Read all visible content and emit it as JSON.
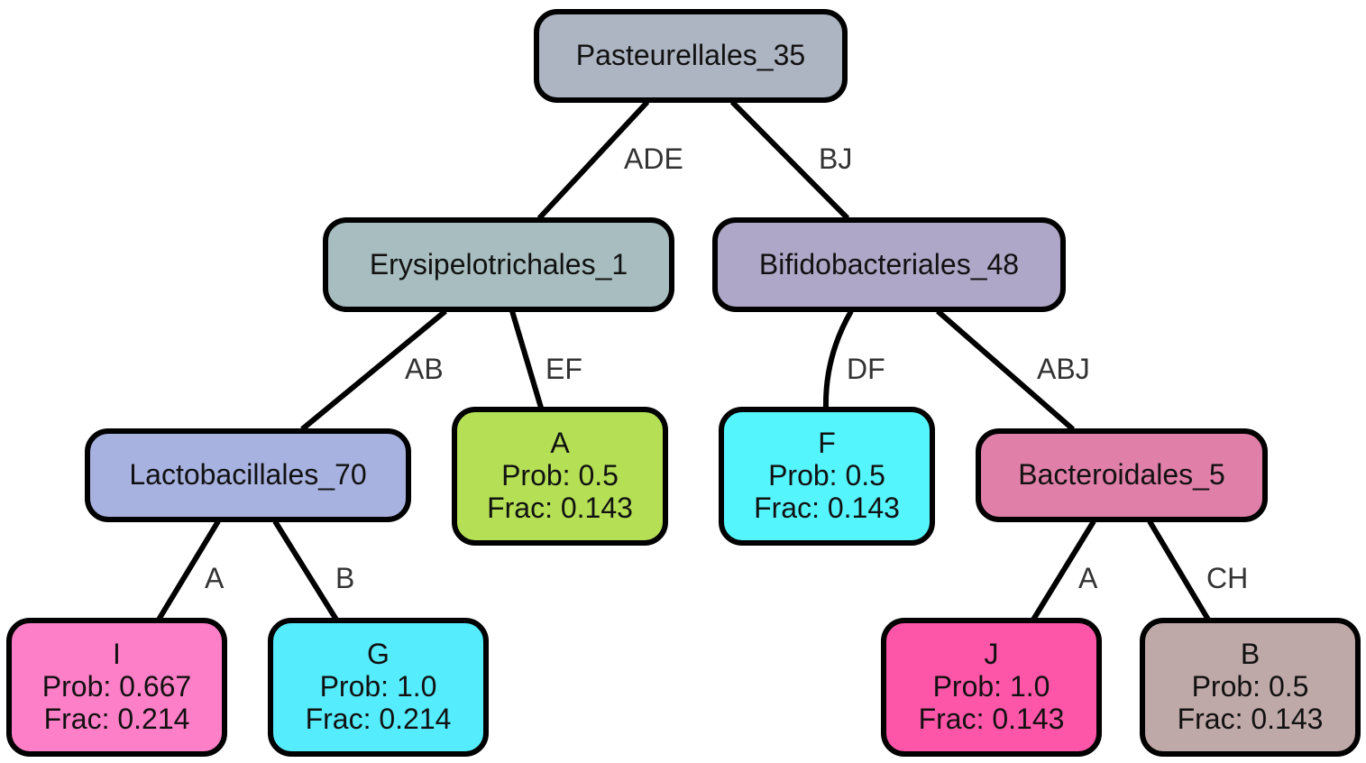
{
  "nodes": {
    "pasteurellales_35": {
      "label": "Pasteurellales_35",
      "color": "#adb4c2"
    },
    "erysipelotrichales_1": {
      "label": "Erysipelotrichales_1",
      "color": "#a8bdbf"
    },
    "bifidobacteriales_48": {
      "label": "Bifidobacteriales_48",
      "color": "#afa7c7"
    },
    "lactobacillales_70": {
      "label": "Lactobacillales_70",
      "color": "#a8b2e0"
    },
    "leaf_a": {
      "label": "A",
      "prob": "Prob: 0.5",
      "frac": "Frac: 0.143",
      "color": "#b5e055"
    },
    "leaf_f": {
      "label": "F",
      "prob": "Prob: 0.5",
      "frac": "Frac: 0.143",
      "color": "#55f5fd"
    },
    "bacteroidales_5": {
      "label": "Bacteroidales_5",
      "color": "#e07fa8"
    },
    "leaf_i": {
      "label": "I",
      "prob": "Prob: 0.667",
      "frac": "Frac: 0.214",
      "color": "#fd7fc7"
    },
    "leaf_g": {
      "label": "G",
      "prob": "Prob: 1.0",
      "frac": "Frac: 0.214",
      "color": "#55ecfd"
    },
    "leaf_j": {
      "label": "J",
      "prob": "Prob: 1.0",
      "frac": "Frac: 0.143",
      "color": "#fd55a8"
    },
    "leaf_b": {
      "label": "B",
      "prob": "Prob: 0.5",
      "frac": "Frac: 0.143",
      "color": "#bfa8a8"
    }
  },
  "edges": [
    {
      "id": "pasteurellales-to-erysipelotrichales",
      "label": "ADE"
    },
    {
      "id": "pasteurellales-to-bifidobacteriales",
      "label": "BJ"
    },
    {
      "id": "erysipelotrichales-to-lactobacillales",
      "label": "AB"
    },
    {
      "id": "erysipelotrichales-to-a",
      "label": "EF"
    },
    {
      "id": "bifidobacteriales-to-f",
      "label": "DF"
    },
    {
      "id": "bifidobacteriales-to-bacteroidales",
      "label": "ABJ"
    },
    {
      "id": "lactobacillales-to-i",
      "label": "A"
    },
    {
      "id": "lactobacillales-to-g",
      "label": "B"
    },
    {
      "id": "bacteroidales-to-j",
      "label": "A"
    },
    {
      "id": "bacteroidales-to-b",
      "label": "CH"
    }
  ]
}
